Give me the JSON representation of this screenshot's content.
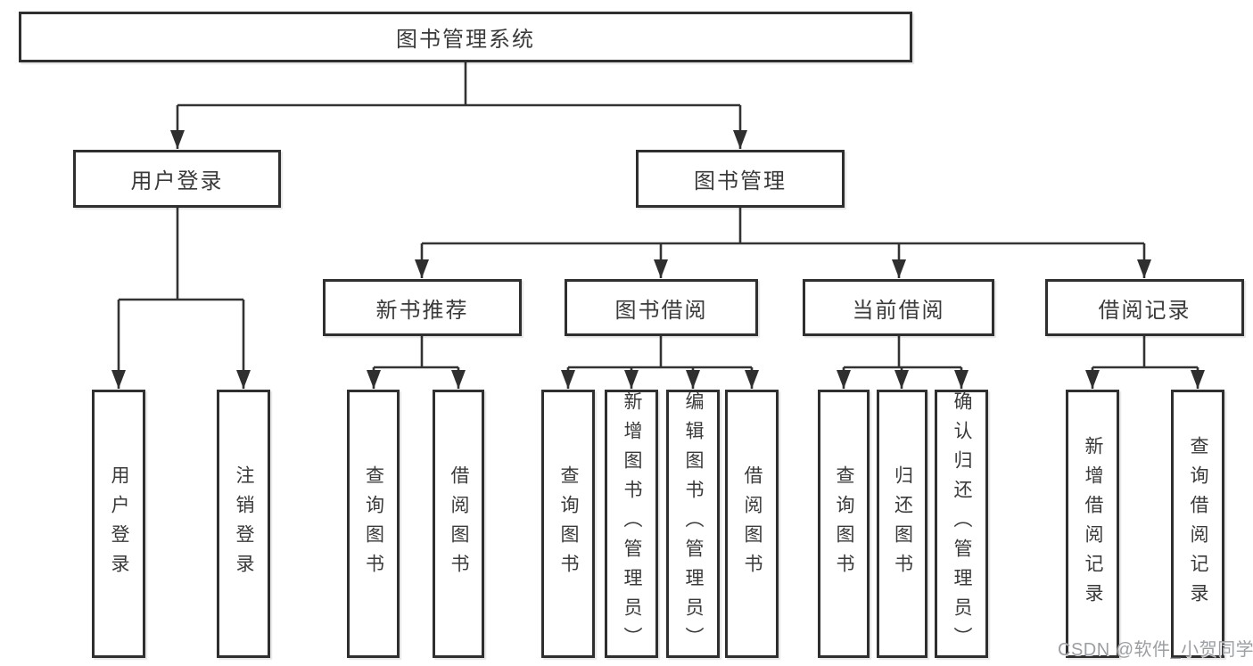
{
  "diagram": {
    "colors": {
      "line": "#333333",
      "border": "#2f2f2f",
      "text": "#3a3a3a",
      "background": "#ffffff",
      "watermark": "#9b9fa3"
    },
    "watermark": "CSDN @软件_小贺同学",
    "nodes": {
      "root": {
        "label": "图书管理系统"
      },
      "user_login": {
        "label": "用户登录"
      },
      "book_mgmt": {
        "label": "图书管理"
      },
      "new_book_rec": {
        "label": "新书推荐"
      },
      "book_borrow": {
        "label": "图书借阅"
      },
      "current_borrow": {
        "label": "当前借阅"
      },
      "borrow_records": {
        "label": "借阅记录"
      },
      "leaf_user_login": {
        "label": "用户登录"
      },
      "leaf_logout": {
        "label": "注销登录"
      },
      "leaf_nb_query": {
        "label": "查询图书"
      },
      "leaf_nb_borrow": {
        "label": "借阅图书"
      },
      "leaf_bb_query": {
        "label": "查询图书"
      },
      "leaf_bb_add": {
        "label": "新增图书（管理员）"
      },
      "leaf_bb_edit": {
        "label": "编辑图书（管理员）"
      },
      "leaf_bb_borrow": {
        "label": "借阅图书"
      },
      "leaf_cb_query": {
        "label": "查询图书"
      },
      "leaf_cb_return": {
        "label": "归还图书"
      },
      "leaf_cb_confirm": {
        "label": "确认归还（管理员）"
      },
      "leaf_br_add": {
        "label": "新增借阅记录"
      },
      "leaf_br_query": {
        "label": "查询借阅记录"
      }
    }
  }
}
